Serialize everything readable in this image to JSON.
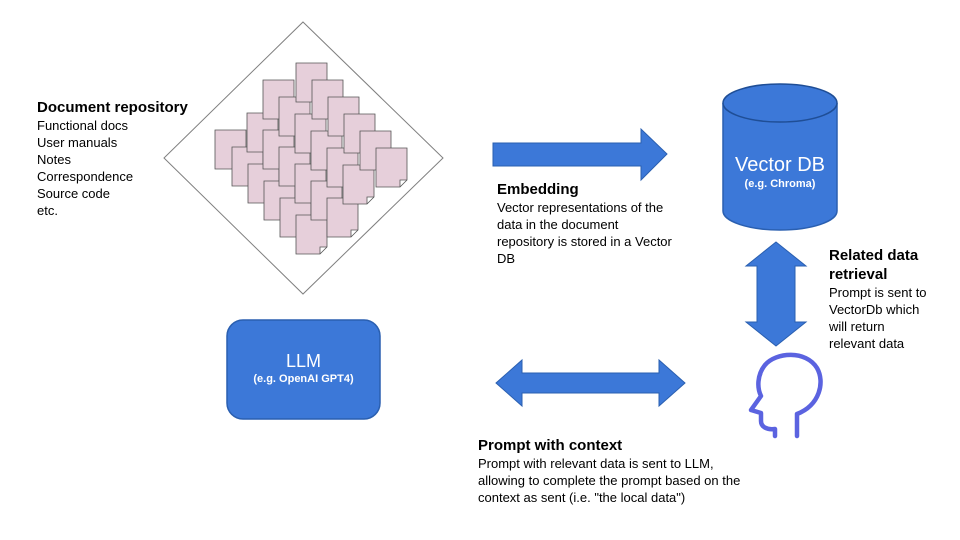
{
  "repository": {
    "title": "Document repository",
    "items": [
      "Functional docs",
      "User manuals",
      "Notes",
      "Correspondence",
      "Source code",
      "etc."
    ]
  },
  "embedding": {
    "title": "Embedding",
    "lines": [
      "Vector representations of the",
      "data in the document",
      "repository is stored in a Vector",
      "DB"
    ]
  },
  "vector_db": {
    "title": "Vector DB",
    "subtitle": "(e.g. Chroma)"
  },
  "retrieval": {
    "title_lines": [
      "Related data",
      "retrieval"
    ],
    "lines": [
      "Prompt is sent to",
      "VectorDb which",
      "will return",
      "relevant data"
    ]
  },
  "llm": {
    "title": "LLM",
    "subtitle": "(e.g. OpenAI GPT4)"
  },
  "prompt": {
    "title": "Prompt with context",
    "lines": [
      "Prompt with relevant data is sent to LLM,",
      "allowing to complete the prompt based on the",
      "context as sent (i.e. \"the local data\")"
    ]
  },
  "icons": {
    "documents": "document-stack-icon",
    "user": "user-head-icon"
  },
  "colors": {
    "blue": "#3c78d8",
    "blue_dark": "#2a5fb0",
    "doc_fill": "#e6cfda",
    "icon_purple": "#5b63e0"
  }
}
